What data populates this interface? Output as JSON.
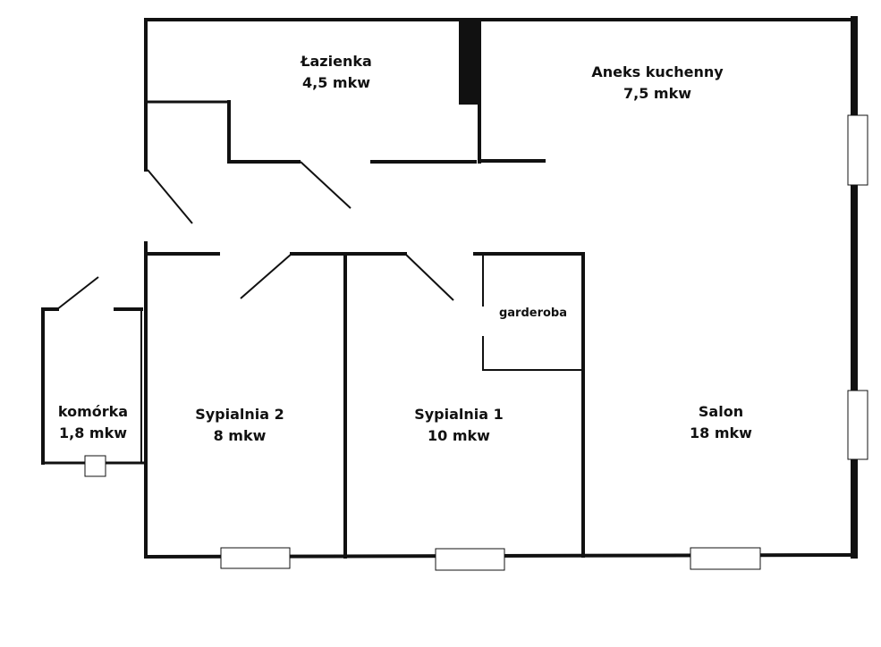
{
  "colors": {
    "wall": "#111111",
    "background": "#ffffff",
    "window_fill": "#ffffff"
  },
  "rooms": {
    "lazienka": {
      "name": "Łazienka",
      "area": "4,5 mkw"
    },
    "aneks": {
      "name": "Aneks kuchenny",
      "area": "7,5 mkw"
    },
    "garderoba": {
      "name": "garderoba"
    },
    "komorka": {
      "name": "komórka",
      "area": "1,8 mkw"
    },
    "sypialnia2": {
      "name": "Sypialnia 2",
      "area": "8 mkw"
    },
    "sypialnia1": {
      "name": "Sypialnia 1",
      "area": "10 mkw"
    },
    "salon": {
      "name": "Salon",
      "area": "18 mkw"
    }
  }
}
